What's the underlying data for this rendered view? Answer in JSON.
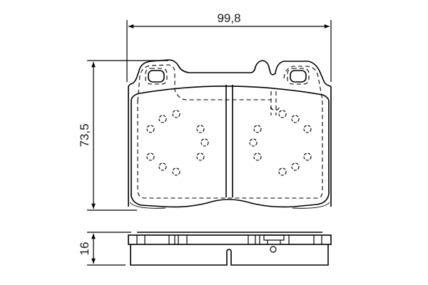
{
  "drawing": {
    "title": "Brake pad technical drawing",
    "line_color": "#000000",
    "background": "#ffffff"
  },
  "dimensions": {
    "width_label": "99,8",
    "height_label": "73,5",
    "thickness_label": "16"
  },
  "views": {
    "front": "front-view",
    "side": "side-view"
  }
}
